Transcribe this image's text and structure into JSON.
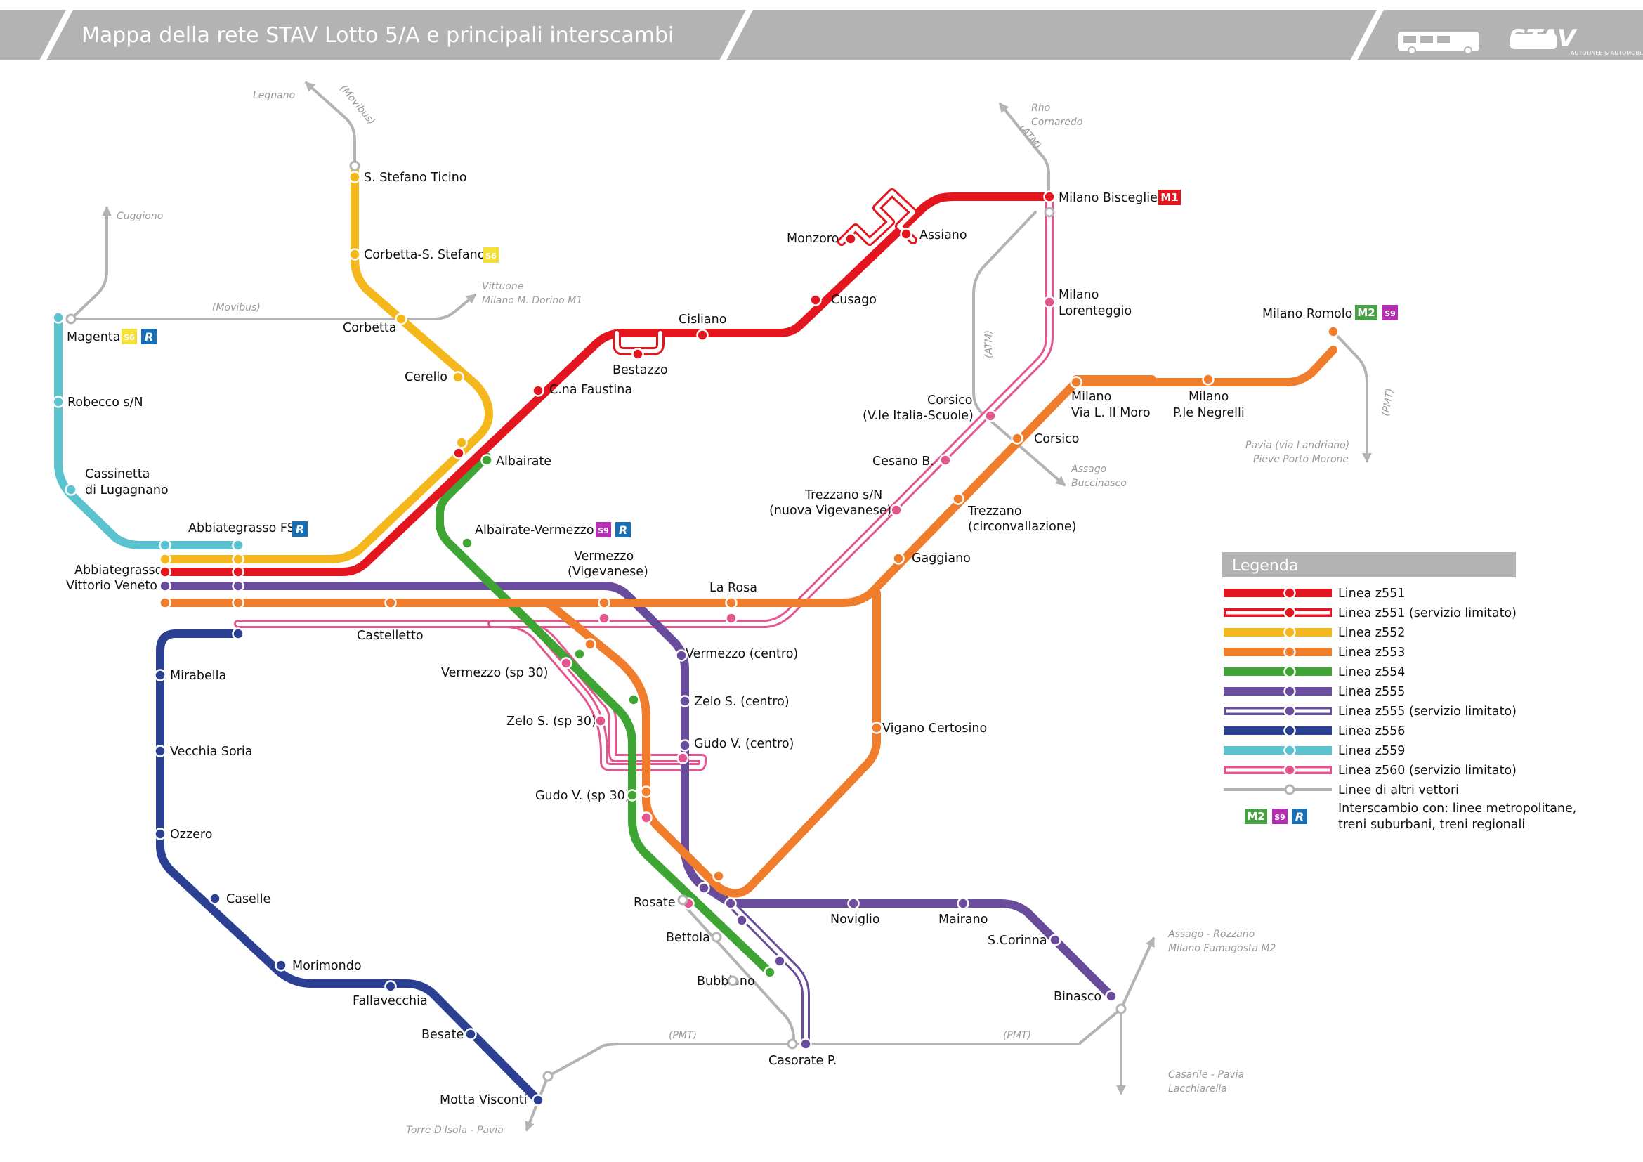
{
  "header": {
    "title": "Mappa della rete STAV Lotto 5/A e principali interscambi"
  },
  "logo": {
    "name": "STAV",
    "subtitle": "AUTOLINEE & AUTOMOBILI"
  },
  "colors": {
    "z551": "#e3151e",
    "z552": "#f5b81c",
    "z553": "#ef7d2b",
    "z554": "#3ea535",
    "z555": "#6a4c9c",
    "z556": "#2b3f93",
    "z559": "#5bc2d0",
    "z560": "#e3558f",
    "other": "#b3b3b3",
    "M1": "#e3151e",
    "M2": "#4aa046",
    "S": "#b42fb1",
    "R": "#1a6fb3",
    "S6": "#f6e03a"
  },
  "stations": {
    "s_stefano_ticino": "S. Stefano Ticino",
    "corbetta_s_stefano": "Corbetta-S. Stefano",
    "corbetta": "Corbetta",
    "cerello": "Cerello",
    "magenta": "Magenta",
    "robecco": "Robecco s/N",
    "cassinetta_1": "Cassinetta",
    "cassinetta_2": "di Lugagnano",
    "abbiategrasso_fs": "Abbiategrasso FS",
    "abbiategrasso_vv_1": "Abbiategrasso",
    "abbiategrasso_vv_2": "Vittorio Veneto",
    "castelletto": "Castelletto",
    "mirabella": "Mirabella",
    "vecchia_soria": "Vecchia Soria",
    "ozzero": "Ozzero",
    "caselle": "Caselle",
    "morimondo": "Morimondo",
    "fallavecchia": "Fallavecchia",
    "besate": "Besate",
    "motta_visconti": "Motta Visconti",
    "albairate": "Albairate",
    "albairate_vermezzo": "Albairate-Vermezzo",
    "cna_faustina": "C.na Faustina",
    "bestazzo": "Bestazzo",
    "cisliano": "Cisliano",
    "cusago": "Cusago",
    "monzoro": "Monzoro",
    "assiano": "Assiano",
    "milano_bisceglie": "Milano Bisceglie",
    "milano_lorenteggio_1": "Milano",
    "milano_lorenteggio_2": "Lorenteggio",
    "corsico_italia_1": "Corsico",
    "corsico_italia_2": "(V.le Italia-Scuole)",
    "corsico": "Corsico",
    "cesano_b": "Cesano B.",
    "trezzano_nv_1": "Trezzano s/N",
    "trezzano_nv_2": "(nuova Vigevanese)",
    "trezzano_c_1": "Trezzano",
    "trezzano_c_2": "(circonvallazione)",
    "gaggiano": "Gaggiano",
    "la_rosa": "La Rosa",
    "vermezzo_vig_1": "Vermezzo",
    "vermezzo_vig_2": "(Vigevanese)",
    "vermezzo_centro": "Vermezzo (centro)",
    "vermezzo_sp30": "Vermezzo (sp 30)",
    "zelo_centro": "Zelo S. (centro)",
    "zelo_sp30": "Zelo S. (sp 30)",
    "gudo_centro": "Gudo V. (centro)",
    "gudo_sp30": "Gudo V. (sp 30)",
    "vigano": "Vigano Certosino",
    "milano_ilmoro_1": "Milano",
    "milano_ilmoro_2": "Via L. Il Moro",
    "milano_negrelli_1": "Milano",
    "milano_negrelli_2": "P.le Negrelli",
    "milano_romolo": "Milano Romolo",
    "rosate": "Rosate",
    "bettola": "Bettola",
    "bubbiano": "Bubbiano",
    "casorate": "Casorate P.",
    "noviglio": "Noviglio",
    "mairano": "Mairano",
    "s_corinna": "S.Corinna",
    "binasco": "Binasco"
  },
  "external": {
    "legnano": "Legnano",
    "movibus_1": "(Movibus)",
    "cuggiono": "Cuggiono",
    "movibus_2": "(Movibus)",
    "vittuone_1": "Vittuone",
    "vittuone_2": "Milano M. Dorino M1",
    "rho_1": "Rho",
    "rho_2": "Cornaredo",
    "atm_1": "(ATM)",
    "atm_2": "(ATM)",
    "assago_bucc_1": "Assago",
    "assago_bucc_2": "Buccinasco",
    "pavia_land_1": "Pavia (via Landriano)",
    "pavia_land_2": "Pieve Porto Morone",
    "pmt_1": "(PMT)",
    "pmt_2": "(PMT)",
    "pmt_3": "(PMT)",
    "assago_rozz_1": "Assago - Rozzano",
    "assago_rozz_2": "Milano Famagosta M2",
    "casarile_1": "Casarile - Pavia",
    "casarile_2": "Lacchiarella",
    "torre": "Torre D'Isola - Pavia"
  },
  "badges": {
    "m1": "M1",
    "m2": "M2",
    "s6": "S6",
    "s9": "S9",
    "r": "R"
  },
  "legend": {
    "title": "Legenda",
    "items": [
      {
        "label": "Linea z551",
        "color": "#e3151e",
        "style": "solid"
      },
      {
        "label": "Linea z551 (servizio limitato)",
        "color": "#e3151e",
        "style": "limited"
      },
      {
        "label": "Linea z552",
        "color": "#f5b81c",
        "style": "solid"
      },
      {
        "label": "Linea z553",
        "color": "#ef7d2b",
        "style": "solid"
      },
      {
        "label": "Linea z554",
        "color": "#3ea535",
        "style": "solid"
      },
      {
        "label": "Linea z555",
        "color": "#6a4c9c",
        "style": "solid"
      },
      {
        "label": "Linea z555 (servizio limitato)",
        "color": "#6a4c9c",
        "style": "limited"
      },
      {
        "label": "Linea z556",
        "color": "#2b3f93",
        "style": "solid"
      },
      {
        "label": "Linea z559",
        "color": "#5bc2d0",
        "style": "solid"
      },
      {
        "label": "Linea z560 (servizio limitato)",
        "color": "#e3558f",
        "style": "limited"
      },
      {
        "label": "Linee di altri vettori",
        "color": "#b3b3b3",
        "style": "thin"
      }
    ],
    "interchange_1": "Interscambio con: linee metropolitane,",
    "interchange_2": "treni suburbani, treni regionali"
  }
}
